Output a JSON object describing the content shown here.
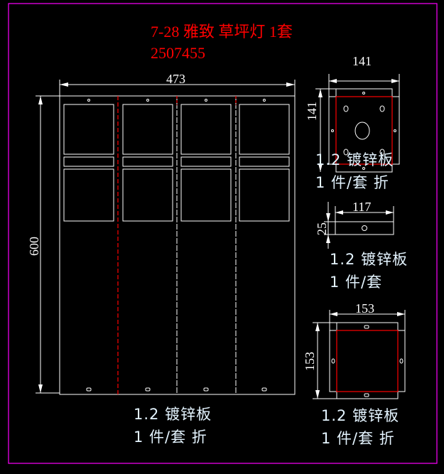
{
  "title": {
    "line1": "7-28 雅致 草坪灯 1套",
    "line2": "2507455"
  },
  "colors": {
    "border": "#ff00ff",
    "cut_line": "#ff0000",
    "lines": "#ffffff",
    "title": "#ff0000"
  },
  "main_panel": {
    "width_dim": "473",
    "height_dim": "600",
    "material": "1.2 镀锌板",
    "quantity": "1 件/套 折"
  },
  "top_plate": {
    "width_dim": "141",
    "height_dim": "141",
    "material": "1.2 镀锌板",
    "quantity": "1 件/套 折"
  },
  "strip": {
    "width_dim": "117",
    "height_dim": "25",
    "material": "1.2 镀锌板",
    "quantity": "1 件/套"
  },
  "bottom_plate": {
    "width_dim": "153",
    "height_dim": "153",
    "material": "1.2 镀锌板",
    "quantity": "1 件/套 折"
  }
}
